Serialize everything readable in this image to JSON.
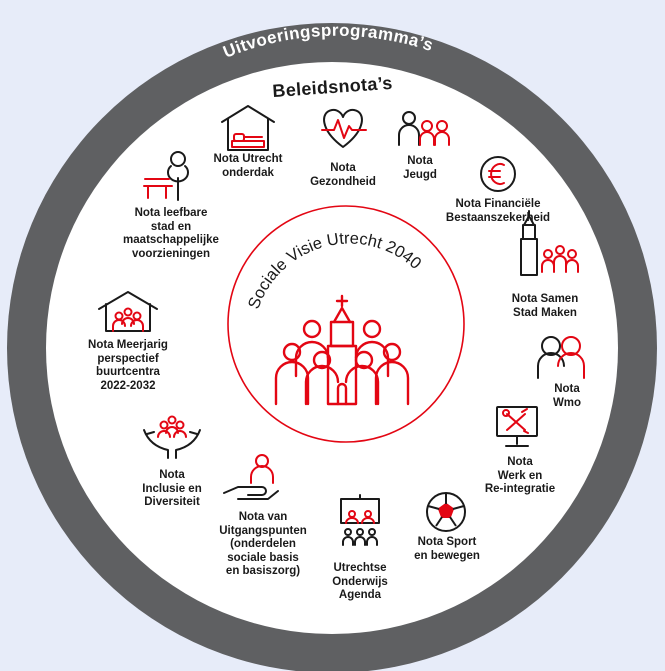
{
  "outer_ring_title": "Uitvoeringsprogramma’s",
  "inner_title": "Beleidsnota’s",
  "center_title": "Sociale Visie Utrecht 2040",
  "colors": {
    "background": "#e7ecf9",
    "ring": "#5f6062",
    "accent": "#e30613",
    "ink": "#1a1a1a",
    "disc": "#ffffff"
  },
  "notas": [
    {
      "id": "onderdak",
      "icon": "bed-house-icon",
      "label": "Nota Utrecht\nonderdak"
    },
    {
      "id": "gezondheid",
      "icon": "heart-pulse-icon",
      "label": "Nota\nGezondheid"
    },
    {
      "id": "jeugd",
      "icon": "family-icon",
      "label": "Nota\nJeugd"
    },
    {
      "id": "financiele",
      "icon": "euro-coin-icon",
      "label": "Nota Financiële\nBestaanszekerheid"
    },
    {
      "id": "samen",
      "icon": "tower-people-icon",
      "label": "Nota Samen\nStad Maken"
    },
    {
      "id": "wmo",
      "icon": "two-people-icon",
      "label": "Nota\nWmo"
    },
    {
      "id": "werk",
      "icon": "monitor-tools-icon",
      "label": "Nota\nWerk en\nRe-integratie"
    },
    {
      "id": "sport",
      "icon": "football-icon",
      "label": "Nota Sport\nen bewegen"
    },
    {
      "id": "onderwijs",
      "icon": "classroom-icon",
      "label": "Utrechtse\nOnderwijs\nAgenda"
    },
    {
      "id": "uitgangspunten",
      "icon": "hand-person-icon",
      "label": "Nota van\nUitgangspunten\n(onderdelen\nsociale basis\nen basiszorg)"
    },
    {
      "id": "inclusie",
      "icon": "hands-people-icon",
      "label": "Nota\nInclusie en\nDiversiteit"
    },
    {
      "id": "buurtcentra",
      "icon": "community-house-icon",
      "label": "Nota Meerjarig\nperspectief\nbuurtcentra\n2022-2032"
    },
    {
      "id": "leefbare",
      "icon": "park-bench-tree-icon",
      "label": "Nota leefbare\nstad en\nmaatschappelijke\nvoorzieningen"
    }
  ]
}
